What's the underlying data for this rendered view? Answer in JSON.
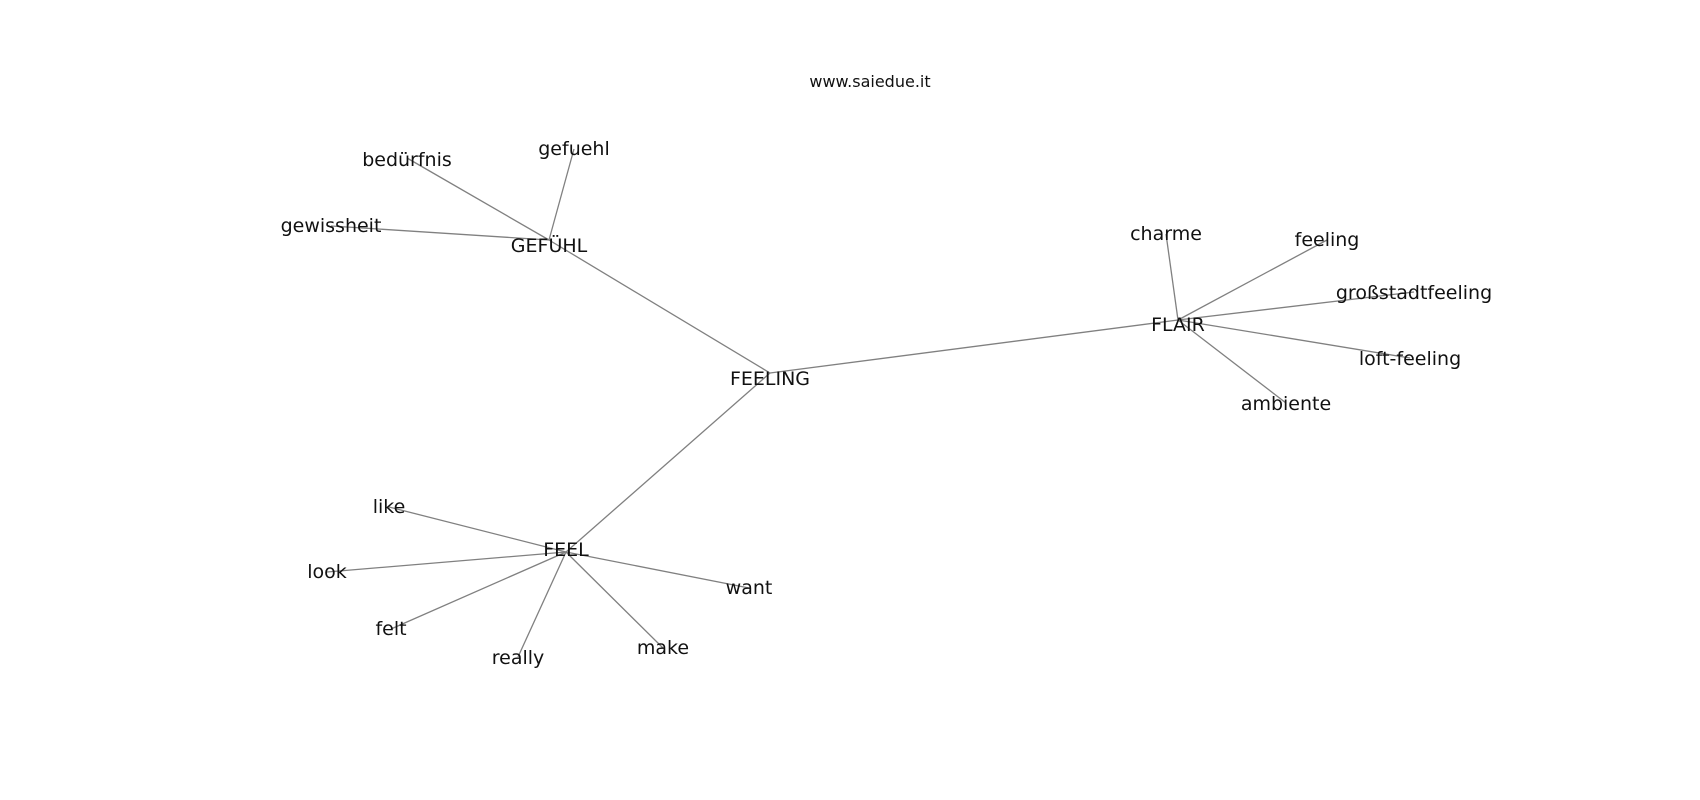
{
  "source": "www.saiedue.it",
  "nodes": {
    "feeling_root": "FEELING",
    "gefuehl_hub": "GEFÜHL",
    "flair_hub": "FLAIR",
    "feel_hub": "FEEL",
    "beduerfnis": "bedürfnis",
    "gefuehl": "gefuehl",
    "gewissheit": "gewissheit",
    "charme": "charme",
    "feeling": "feeling",
    "grossstadtfeeling": "großstadtfeeling",
    "loft_feeling": "loft-feeling",
    "ambiente": "ambiente",
    "like": "like",
    "look": "look",
    "felt": "felt",
    "really": "really",
    "make": "make",
    "want": "want"
  },
  "edges": [
    [
      "feeling_root",
      "gefuehl_hub"
    ],
    [
      "feeling_root",
      "flair_hub"
    ],
    [
      "feeling_root",
      "feel_hub"
    ],
    [
      "gefuehl_hub",
      "beduerfnis"
    ],
    [
      "gefuehl_hub",
      "gefuehl"
    ],
    [
      "gefuehl_hub",
      "gewissheit"
    ],
    [
      "flair_hub",
      "charme"
    ],
    [
      "flair_hub",
      "feeling"
    ],
    [
      "flair_hub",
      "grossstadtfeeling"
    ],
    [
      "flair_hub",
      "loft_feeling"
    ],
    [
      "flair_hub",
      "ambiente"
    ],
    [
      "feel_hub",
      "like"
    ],
    [
      "feel_hub",
      "look"
    ],
    [
      "feel_hub",
      "felt"
    ],
    [
      "feel_hub",
      "really"
    ],
    [
      "feel_hub",
      "make"
    ],
    [
      "feel_hub",
      "want"
    ]
  ]
}
